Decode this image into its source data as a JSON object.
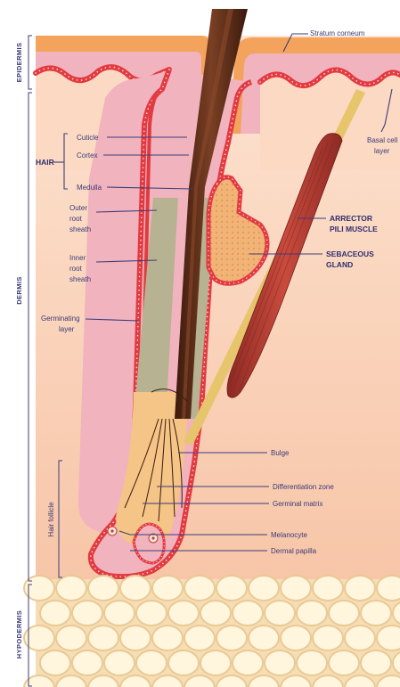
{
  "sections": {
    "epidermis": "EPIDERMIS",
    "dermis": "DERMIS",
    "hypodermis": "HYPODERMIS",
    "hair_follicle": "Hair follicle"
  },
  "labels": {
    "stratum_corneum": "Stratum corneum",
    "basal_cell_layer": [
      "Basal cell",
      "layer"
    ],
    "hair": "HAIR",
    "cuticle": "Cuticle",
    "cortex": "Cortex",
    "medulla": "Medulla",
    "outer_root_sheath": [
      "Outer",
      "root",
      "sheath"
    ],
    "inner_root_sheath": [
      "Inner",
      "root",
      "sheath"
    ],
    "germinating_layer": [
      "Germinating",
      "layer"
    ],
    "arrector_pili_muscle": [
      "ARRECTOR",
      "PILI MUSCLE"
    ],
    "sebaceous_gland": [
      "SEBACEOUS",
      "GLAND"
    ],
    "bulge": "Bulge",
    "differentiation_zone": "Differentiation zone",
    "germinal_matrix": "Germinal matrix",
    "melanocyte": "Melanocyte",
    "dermal_papilla": "Dermal papilla"
  },
  "colors": {
    "epidermis_orange": "#f3a35c",
    "epidermis_pink": "#f1b3bd",
    "dermis": "#fbd9c3",
    "basal_red": "#e23a41",
    "hair_brown": "#5a2d1a",
    "sheath_olive": "#b7b291",
    "muscle_red": "#a8352e",
    "gland_orange": "#f0b074",
    "fat_cream": "#fdeec9",
    "label_navy": "#3a3a78"
  }
}
